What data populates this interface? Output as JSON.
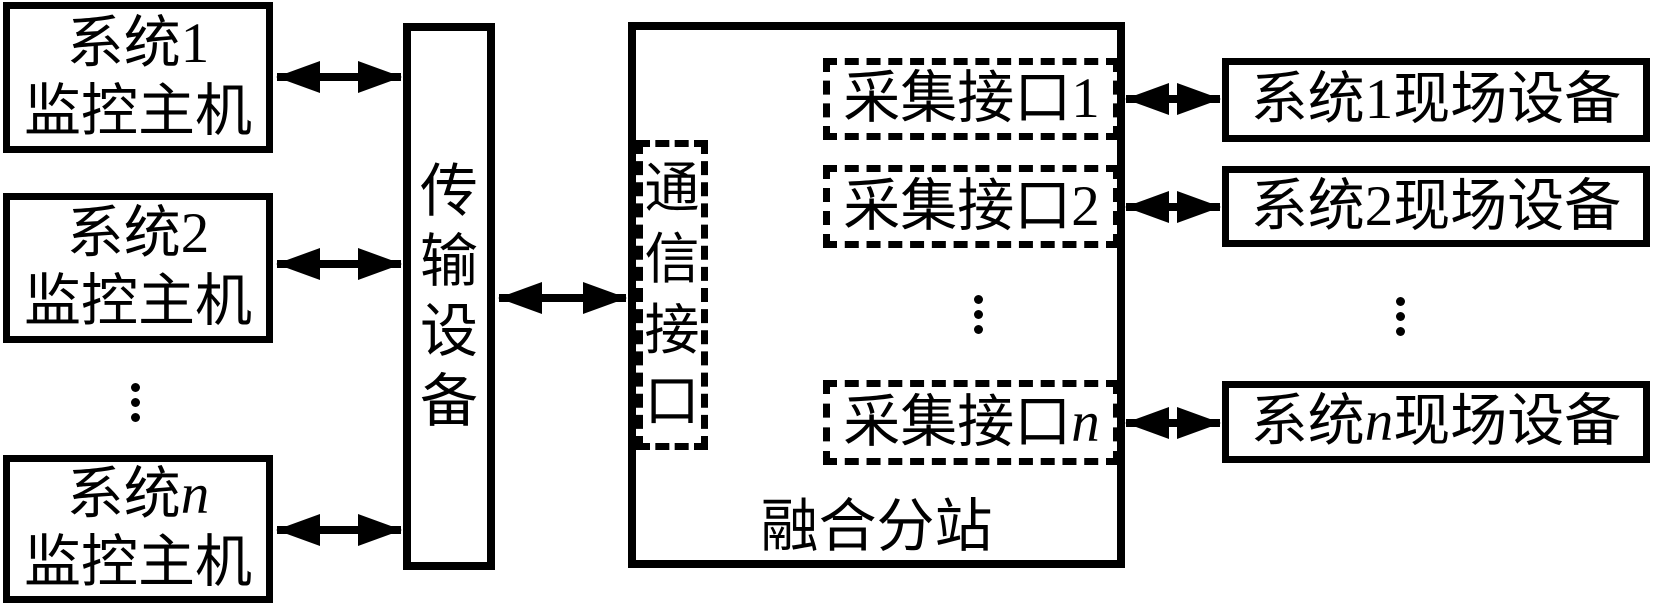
{
  "colors": {
    "ink": "#000000",
    "background": "#ffffff"
  },
  "left_hosts": [
    {
      "line1_pre": "系统1",
      "line1_var": "",
      "line2": "监控主机"
    },
    {
      "line1_pre": "系统2",
      "line1_var": "",
      "line2": "监控主机"
    },
    {
      "line1_pre": "系统",
      "line1_var": "n",
      "line2": "监控主机"
    }
  ],
  "transmission": {
    "label": "传输设备"
  },
  "fusion": {
    "label": "融合分站",
    "comm_interface": {
      "label": "通信接口"
    },
    "collection_interfaces": [
      {
        "pre": "采集接口1",
        "var": ""
      },
      {
        "pre": "采集接口2",
        "var": ""
      },
      {
        "pre": "采集接口",
        "var": "n"
      }
    ]
  },
  "field_devices": [
    {
      "pre": "系统1",
      "var": "",
      "post": "现场设备"
    },
    {
      "pre": "系统2",
      "var": "",
      "post": "现场设备"
    },
    {
      "pre": "系统",
      "var": "n",
      "post": "现场设备"
    }
  ],
  "connections": [
    {
      "from": "system-1-host",
      "to": "transmission-equipment",
      "style": "double-arrow"
    },
    {
      "from": "system-2-host",
      "to": "transmission-equipment",
      "style": "double-arrow"
    },
    {
      "from": "system-n-host",
      "to": "transmission-equipment",
      "style": "double-arrow"
    },
    {
      "from": "transmission-equipment",
      "to": "fusion-substation-comm-interface",
      "style": "double-arrow"
    },
    {
      "from": "collection-interface-1",
      "to": "system-1-field-devices",
      "style": "double-arrow"
    },
    {
      "from": "collection-interface-2",
      "to": "system-2-field-devices",
      "style": "double-arrow"
    },
    {
      "from": "collection-interface-n",
      "to": "system-n-field-devices",
      "style": "double-arrow"
    }
  ]
}
